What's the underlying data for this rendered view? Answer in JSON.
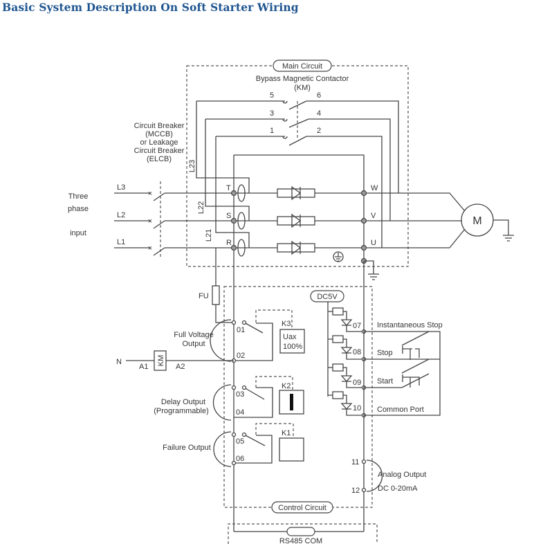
{
  "title": "Basic System Description On Soft Starter Wiring",
  "main_circuit": {
    "label": "Main Circuit",
    "contactor_label": "Bypass Magnetic Contactor",
    "contactor_abbr": "(KM)",
    "contacts": [
      "5",
      "6",
      "3",
      "4",
      "1",
      "2"
    ],
    "phase_in": [
      "T",
      "S",
      "R"
    ],
    "phase_out": [
      "W",
      "V",
      "U"
    ],
    "bypass_wires": [
      "L23",
      "L22",
      "L21"
    ],
    "motor": "M"
  },
  "input": {
    "three": "Three",
    "phase": "phase",
    "input": "input",
    "lines": [
      "L3",
      "L2",
      "L1"
    ],
    "breaker_lines": [
      "Circuit Breaker",
      "(MCCB)",
      "or Leakage",
      "Circuit Breaker",
      "(ELCB)"
    ]
  },
  "control_circuit": {
    "label": "Control Circuit",
    "fuse": "FU",
    "neutral": "N",
    "coil": "KM",
    "a1": "A1",
    "a2": "A2",
    "full_voltage": [
      "Full Voltage",
      "Output"
    ],
    "delay": [
      "Delay Output",
      "(Programmable)"
    ],
    "failure": "Failure Output",
    "relays": {
      "k3": "K3",
      "k2": "K2",
      "k1": "K1"
    },
    "uax": [
      "Uax",
      "100%"
    ],
    "terminals": [
      "01",
      "02",
      "03",
      "04",
      "05",
      "06",
      "07",
      "08",
      "09",
      "10",
      "11",
      "12"
    ],
    "dc5v": "DC5V",
    "inputs": [
      "Instantaneous Stop",
      "Stop",
      "Start",
      "Common Port"
    ],
    "analog": [
      "Analog  Output",
      "DC 0-20mA"
    ]
  },
  "rs485": {
    "label": "RS485 COM"
  },
  "colors": {
    "title": "#1f5590",
    "lines": "#444444"
  }
}
